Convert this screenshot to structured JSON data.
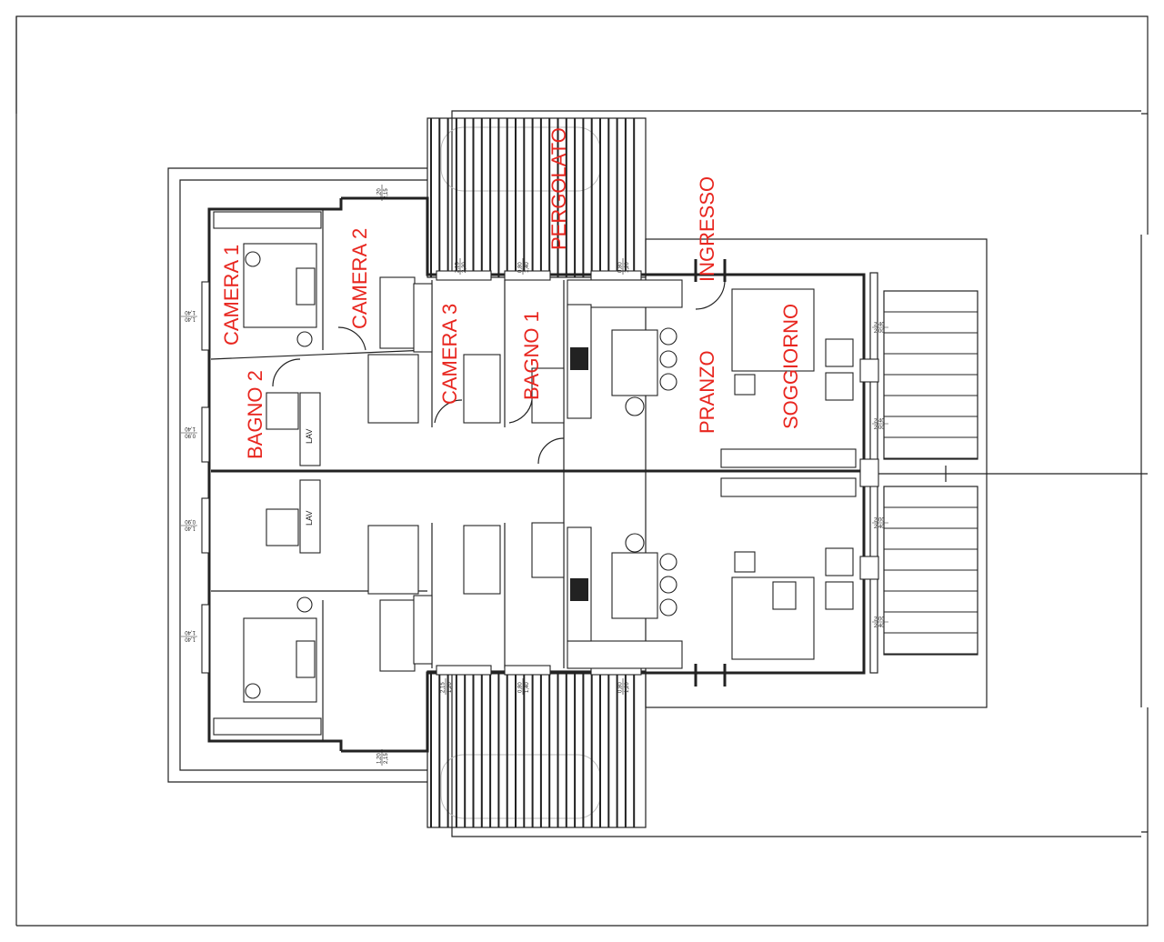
{
  "rooms": {
    "camera1": "CAMERA 1",
    "camera2": "CAMERA 2",
    "camera3": "CAMERA 3",
    "bagno1": "BAGNO 1",
    "bagno2": "BAGNO 2",
    "pergolato": "PERGOLATO",
    "ingresso": "INGRESSO",
    "pranzo": "PRANZO",
    "soggiorno": "SOGGIORNO"
  },
  "fixtures": {
    "lav_top": "LAV",
    "lav_bottom": "LAV"
  },
  "dimensions": {
    "top": [
      [
        "1,20",
        "2,15"
      ],
      [
        "2,15",
        "2,20"
      ],
      [
        "0,80",
        "1,40"
      ],
      [
        "0,80",
        "1,20"
      ]
    ],
    "bottom": [
      [
        "2,15",
        "1,20"
      ],
      [
        "0,80",
        "1,40"
      ],
      [
        "0,80",
        "1,20"
      ],
      [
        "1,20",
        "2,15"
      ]
    ],
    "left": [
      [
        "1,40",
        "1,40"
      ],
      [
        "0,90",
        "1,40"
      ],
      [
        "1,40",
        "0,90"
      ],
      [
        "1,40",
        "1,40"
      ]
    ],
    "right": [
      [
        "2,40",
        "2,00"
      ],
      [
        "2,40",
        "2,00"
      ],
      [
        "2,00",
        "2,40"
      ],
      [
        "2,00",
        "2,40"
      ]
    ]
  },
  "colors": {
    "labels": "#e8261f",
    "lines": "#222222"
  }
}
